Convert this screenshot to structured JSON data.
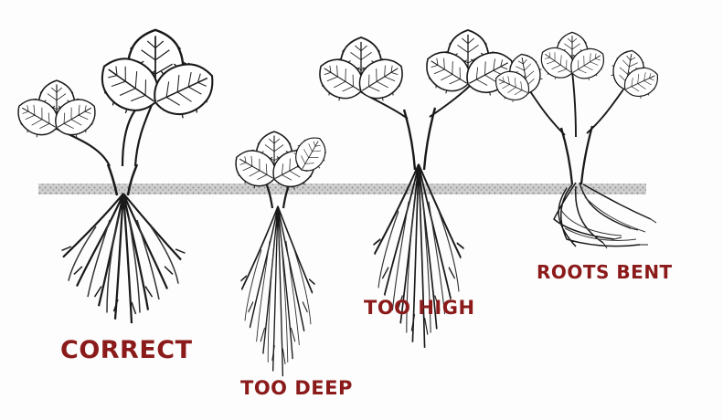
{
  "labels": {
    "correct": "CORRECT",
    "too_deep": "TOO DEEP",
    "too_high": "TOO HIGH",
    "roots_bent": "ROOTS BENT"
  },
  "colors": {
    "label": "#8b1a1a",
    "ink": "#1a1a1a",
    "soil": "#a9a9a9"
  }
}
